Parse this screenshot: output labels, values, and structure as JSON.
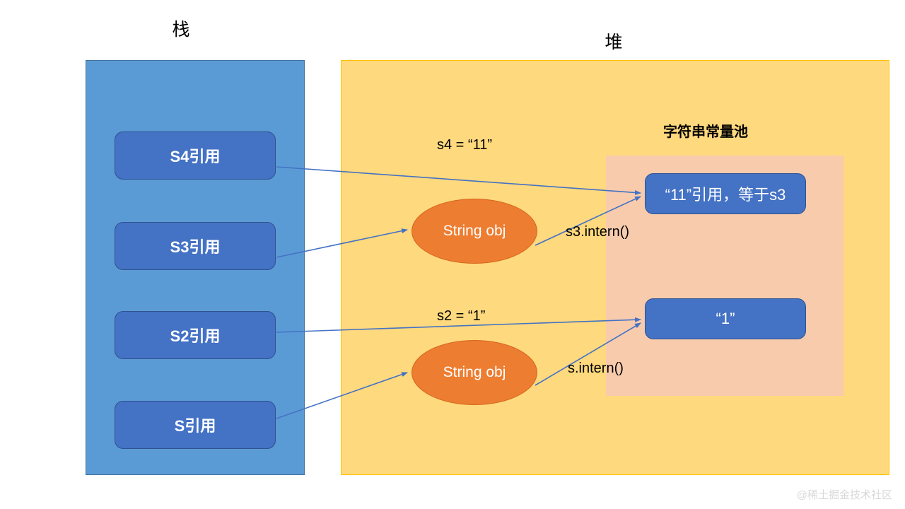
{
  "titles": {
    "stack": "栈",
    "heap": "堆",
    "pool": "字符串常量池"
  },
  "stack": {
    "frames": [
      {
        "label": "S4引用"
      },
      {
        "label": "S3引用"
      },
      {
        "label": "S2引用"
      },
      {
        "label": "S引用"
      }
    ]
  },
  "heap": {
    "objects": [
      {
        "label": "String obj"
      },
      {
        "label": "String obj"
      }
    ],
    "edge_labels": [
      {
        "text": "s4 = “11”"
      },
      {
        "text": "s3.intern()"
      },
      {
        "text": "s2 = “1”"
      },
      {
        "text": "s.intern()"
      }
    ]
  },
  "pool": {
    "entries": [
      {
        "label": "“11”引用，等于s3"
      },
      {
        "label": "“1”"
      }
    ]
  },
  "watermark": "@稀土掘金技术社区",
  "colors": {
    "stack_fill": "#5B9BD5",
    "stack_border": "#41719C",
    "heap_fill": "#FFD97D",
    "heap_border": "#FFC000",
    "pool_fill": "#F8CBAD",
    "box_blue": "#4472C4",
    "box_blue_border": "#2F528F",
    "ellipse_orange": "#ED7D31",
    "arrow": "#4472C4",
    "text_light": "#FFFFFF",
    "text_dark": "#000000"
  }
}
